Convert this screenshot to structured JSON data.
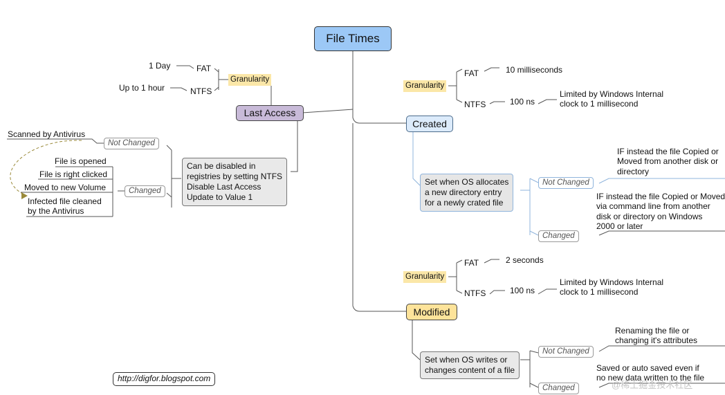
{
  "root": {
    "label": "File Times"
  },
  "last_access": {
    "label": "Last Access",
    "granularity": "Granularity",
    "fat": "FAT",
    "fat_value": "1 Day",
    "ntfs": "NTFS",
    "ntfs_value": "Up to 1 hour",
    "note": "Can be disabled in\nregistries by setting NTFS\nDisable Last Access\nUpdate to Value 1",
    "not_changed": "Not Changed",
    "not_changed_items": [
      "Scanned by Antivirus"
    ],
    "changed": "Changed",
    "changed_items": [
      "File is opened",
      "File is right clicked",
      "Moved to new Volume",
      "Infected file cleaned\nby the Antivirus"
    ]
  },
  "created": {
    "label": "Created",
    "granularity": "Granularity",
    "fat": "FAT",
    "fat_value": "10 milliseconds",
    "ntfs": "NTFS",
    "ntfs_value": "100 ns",
    "ntfs_detail": "Limited by Windows Internal\nclock to 1 millisecond",
    "note": "Set when OS allocates\na new directory entry\nfor a newly crated file",
    "not_changed": "Not Changed",
    "not_changed_text": "IF instead the file Copied or\nMoved from another disk or\ndirectory",
    "changed": "Changed",
    "changed_text": "IF instead the file Copied or Moved\nvia command line from another\ndisk or directory on Windows\n2000 or later"
  },
  "modified": {
    "label": "Modified",
    "granularity": "Granularity",
    "fat": "FAT",
    "fat_value": "2 seconds",
    "ntfs": "NTFS",
    "ntfs_value": "100 ns",
    "ntfs_detail": "Limited by Windows Internal\nclock to 1 millisecond",
    "note": "Set when OS writes or\nchanges content of a file",
    "not_changed": "Not Changed",
    "not_changed_text": "Renaming the file or\nchanging it's attributes",
    "changed": "Changed",
    "changed_text": "Saved or auto saved even if\nno new data written to the file"
  },
  "footer": {
    "url": "http://digfor.blogspot.com"
  },
  "watermark": "@稀土掘金技术社区",
  "colors": {
    "root_fill": "#9cc8f6",
    "last_access_fill": "#c8bad8",
    "created_fill": "#dcebfb",
    "modified_fill": "#fde39a",
    "granularity_fill": "#fbe7a8",
    "note_fill": "#e9e9e9",
    "created_link": "#8fb4dc",
    "dashed_arrow": "#9a8a3a"
  }
}
